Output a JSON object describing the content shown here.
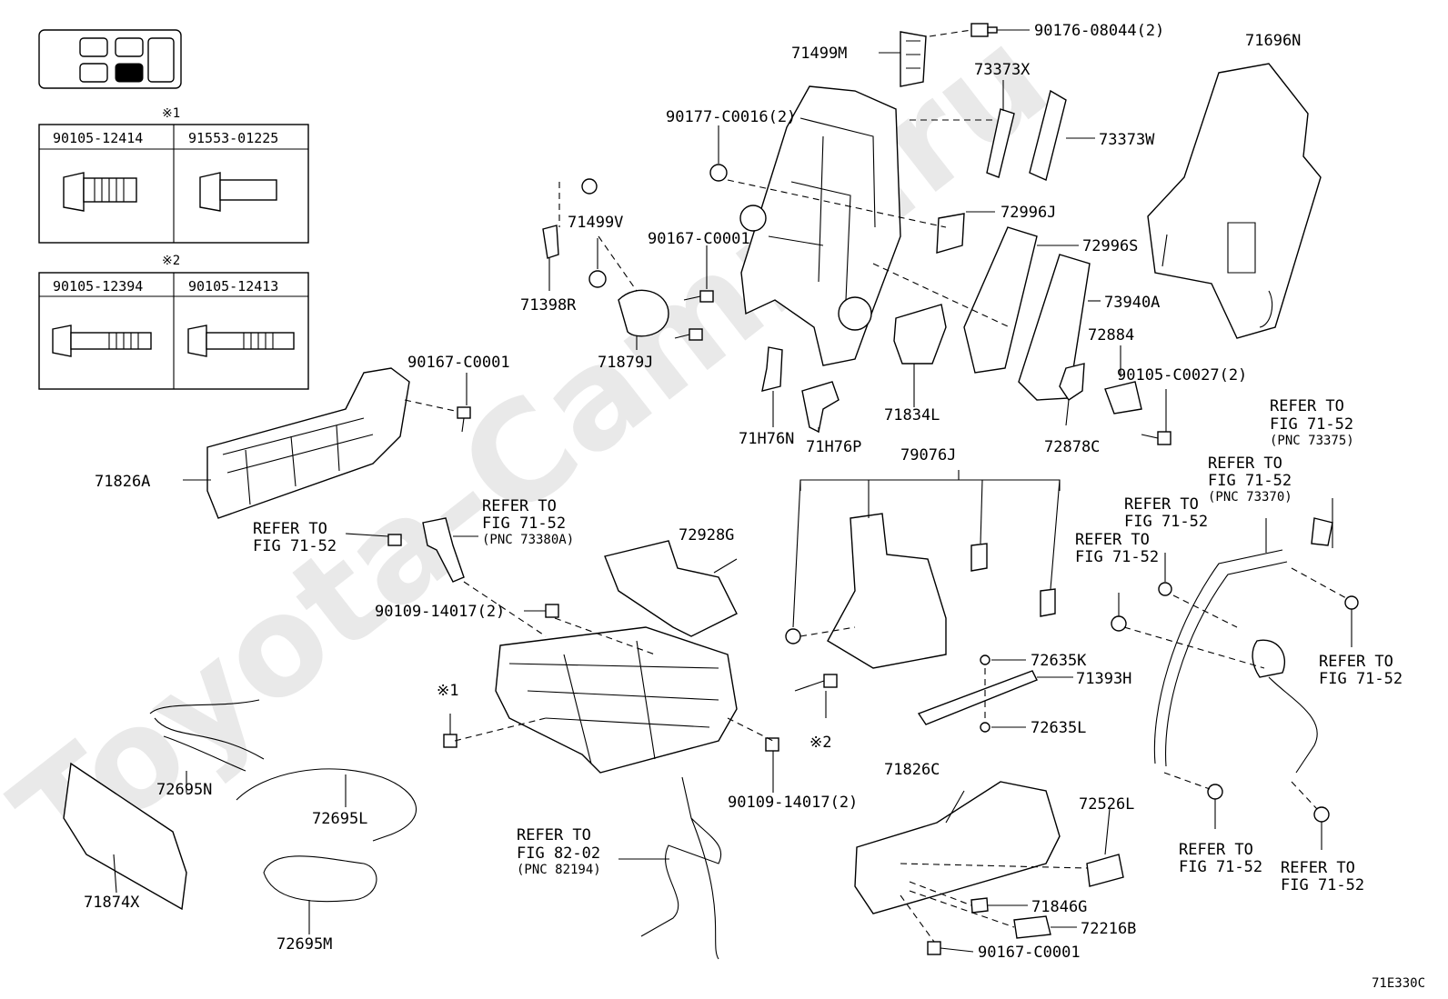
{
  "watermark": "Toyota-Camry.ru",
  "figure_code": "71E330C",
  "seat_icon": {
    "name": "seat-position-icon",
    "highlight_color": "#000000"
  },
  "tables": [
    {
      "mark": "※1",
      "col1": "90105-12414",
      "col2": "91553-01225"
    },
    {
      "mark": "※2",
      "col1": "90105-12394",
      "col2": "90105-12413"
    }
  ],
  "labels": {
    "p71499m": "71499M",
    "p90176": "90176-08044(2)",
    "p71696n": "71696N",
    "p73373x": "73373X",
    "p73373w": "73373W",
    "p90177": "90177-C0016(2)",
    "p72996j": "72996J",
    "p72996s": "72996S",
    "p73940a": "73940A",
    "p71499v": "71499V",
    "p90167a": "90167-C0001",
    "p71398r": "71398R",
    "p71879j": "71879J",
    "p72884": "72884",
    "p90105c": "90105-C0027(2)",
    "p90167b": "90167-C0001",
    "p71834l": "71834L",
    "p71h76n": "71H76N",
    "p71h76p": "71H76P",
    "p72878c": "72878C",
    "p71826a": "71826A",
    "p79076j": "79076J",
    "p72928g": "72928G",
    "p90109a": "90109-14017(2)",
    "p90109b": "90109-14017(2)",
    "mark1": "※1",
    "mark2": "※2",
    "p72635k": "72635K",
    "p71393h": "71393H",
    "p72635l": "72635L",
    "p72695n": "72695N",
    "p72695l": "72695L",
    "p72695m": "72695M",
    "p71874x": "71874X",
    "p71826c": "71826C",
    "p72526l": "72526L",
    "p71846g": "71846G",
    "p72216b": "72216B",
    "p90167c": "90167-C0001"
  },
  "refs": {
    "r1": {
      "l1": "REFER TO",
      "l2": "FIG 71-52",
      "l3": ""
    },
    "r2": {
      "l1": "REFER TO",
      "l2": "FIG 71-52",
      "l3": "(PNC 73380A)"
    },
    "r3": {
      "l1": "REFER TO",
      "l2": "FIG 71-52",
      "l3": "(PNC 73375)"
    },
    "r4": {
      "l1": "REFER TO",
      "l2": "FIG 71-52",
      "l3": "(PNC 73370)"
    },
    "r5": {
      "l1": "REFER TO",
      "l2": "FIG 71-52",
      "l3": ""
    },
    "r6": {
      "l1": "REFER TO",
      "l2": "FIG 71-52",
      "l3": ""
    },
    "r7": {
      "l1": "REFER TO",
      "l2": "FIG 71-52",
      "l3": ""
    },
    "r8": {
      "l1": "REFER TO",
      "l2": "FIG 71-52",
      "l3": ""
    },
    "r9": {
      "l1": "REFER TO",
      "l2": "FIG 71-52",
      "l3": ""
    },
    "r10": {
      "l1": "REFER TO",
      "l2": "FIG 82-02",
      "l3": "(PNC 82194)"
    }
  }
}
